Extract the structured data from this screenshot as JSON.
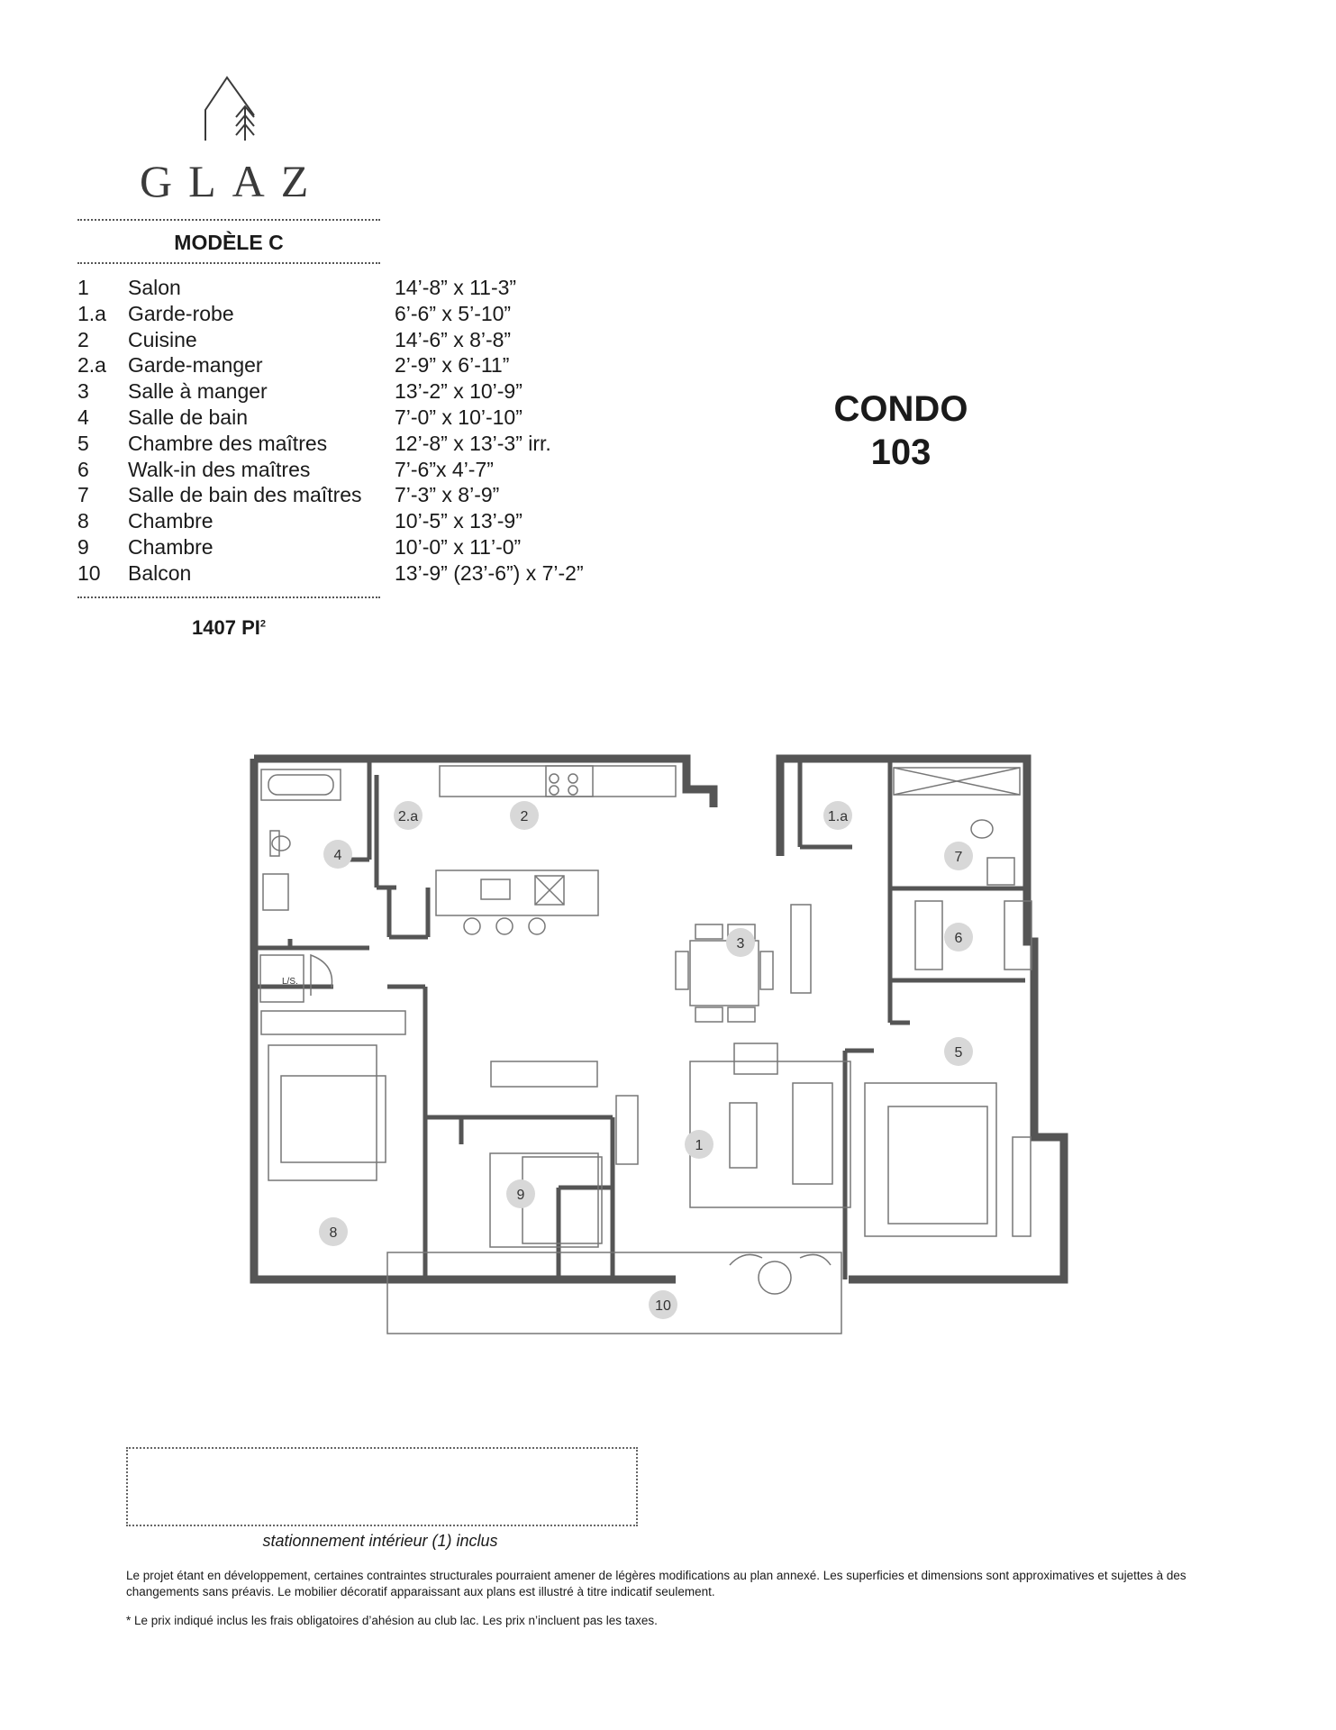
{
  "brand": {
    "name": "GLAZ",
    "logo_icon": "house-tree-logo-icon"
  },
  "model": {
    "title": "MODÈLE C"
  },
  "rooms": [
    {
      "num": "1",
      "name": "Salon",
      "dim": "14’-8” x 11-3”"
    },
    {
      "num": "1.a",
      "name": "Garde-robe",
      "dim": "6’-6” x 5’-10”"
    },
    {
      "num": "2",
      "name": "Cuisine",
      "dim": "14’-6” x 8’-8”"
    },
    {
      "num": "2.a",
      "name": "Garde-manger",
      "dim": "2’-9” x 6’-11”"
    },
    {
      "num": "3",
      "name": "Salle à manger",
      "dim": "13’-2” x 10’-9”"
    },
    {
      "num": "4",
      "name": "Salle de bain",
      "dim": "7’-0” x 10’-10”"
    },
    {
      "num": "5",
      "name": "Chambre des maîtres",
      "dim": "12’-8” x 13’-3” irr."
    },
    {
      "num": "6",
      "name": "Walk-in des maîtres",
      "dim": "7’-6”x 4’-7”"
    },
    {
      "num": "7",
      "name": "Salle de bain des maîtres",
      "dim": "7’-3” x 8’-9”"
    },
    {
      "num": "8",
      "name": "Chambre",
      "dim": "10’-5” x 13’-9”"
    },
    {
      "num": "9",
      "name": "Chambre",
      "dim": "10’-0” x 11’-0”"
    },
    {
      "num": "10",
      "name": "Balcon",
      "dim": "13’-9” (23’-6”) x 7’-2”"
    }
  ],
  "area": {
    "value": "1407 PI",
    "unit_sup": "2"
  },
  "condo": {
    "label": "CONDO",
    "number": "103"
  },
  "plan": {
    "laundry_label": "L/S.",
    "room_markers": [
      "1",
      "1.a",
      "2",
      "2.a",
      "3",
      "4",
      "5",
      "6",
      "7",
      "8",
      "9",
      "10"
    ]
  },
  "parking": {
    "note": "stationnement intérieur (1) inclus"
  },
  "disclaimer": "Le projet étant en développement, certaines contraintes structurales pourraient amener de légères modifications au plan annexé. Les superficies et dimensions sont approximatives et sujettes à des changements sans préavis. Le mobilier décoratif apparaissant aux plans est illustré à titre indicatif seulement.",
  "footnote": "* Le prix indiqué inclus les frais obligatoires d’ahésion au club lac. Les prix n’incluent pas les taxes."
}
